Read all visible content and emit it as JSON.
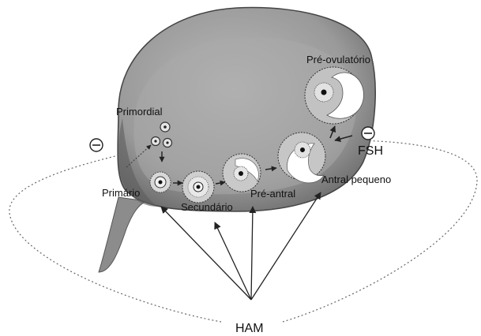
{
  "labels": {
    "primordial": "Primordial",
    "primario": "Primário",
    "secundario": "Secundário",
    "pre_antral": "Pré-antral",
    "antral_pequeno": "Antral pequeno",
    "pre_ovulatorio": "Pré-ovulatório",
    "fsh": "FSH",
    "ham": "HAM",
    "inhibit_left": "−",
    "inhibit_right": "−"
  },
  "colors": {
    "ovary_fill": "#9a9a9a",
    "ovary_dark": "#5e5e5e",
    "follicle_ring": "#555555",
    "antrum": "#ffffff",
    "arrow": "#222222",
    "dotted": "#666666"
  }
}
